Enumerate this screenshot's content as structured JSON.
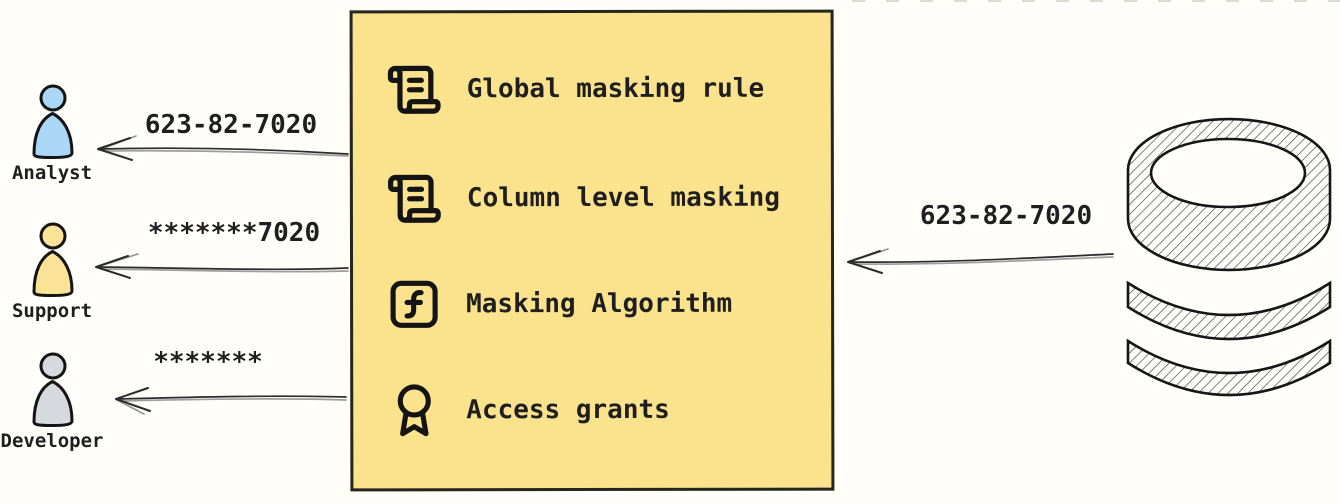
{
  "colors": {
    "box_fill": "#FBE38D",
    "box_border": "#26261F",
    "ink": "#1F1F1F",
    "analyst_fill": "#ABD7F7",
    "support_fill": "#FAE396",
    "developer_fill": "#D6DADE"
  },
  "masking_box": {
    "items": [
      {
        "icon": "scroll-text-icon",
        "label": "Global masking rule"
      },
      {
        "icon": "scroll-text-icon",
        "label": "Column level masking"
      },
      {
        "icon": "function-square-icon",
        "label": "Masking Algorithm"
      },
      {
        "icon": "award-icon",
        "label": "Access grants"
      }
    ]
  },
  "database_flow": {
    "icon": "database-icon",
    "value": "623-82-7020"
  },
  "consumers": [
    {
      "role": "Analyst",
      "icon": "person-icon",
      "value": "623-82-7020"
    },
    {
      "role": "Support",
      "icon": "person-icon",
      "value": "*******7020"
    },
    {
      "role": "Developer",
      "icon": "person-icon",
      "value": "*******"
    }
  ]
}
